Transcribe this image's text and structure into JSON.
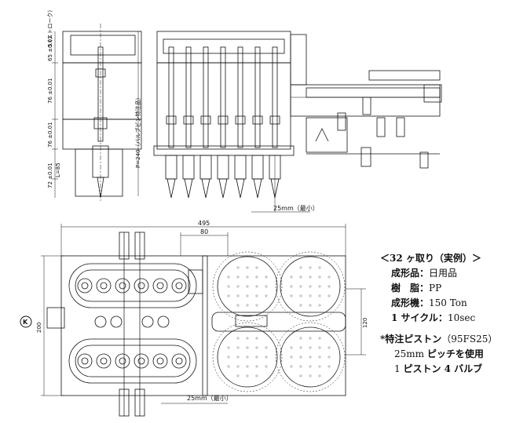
{
  "dims": {
    "stroke": "5 (ストローク)",
    "d65": "65 ±0.01",
    "d76a": "76 ±0.01",
    "d76b": "76 ±0.01",
    "d72": "72 ±0.01",
    "L": "L=85",
    "P": "P=240（バルブピン特注品）",
    "pitch_top": "25mm（最小）",
    "d495": "495",
    "d80": "80",
    "d200": "200",
    "d120": "120",
    "pitch_bottom": "25mm（最小）"
  },
  "notes": {
    "heading": "＜32 ヶ取り（実例）＞",
    "product_label": "成形品：",
    "product_value": "日用品",
    "resin_label": "樹　脂：",
    "resin_value": "PP",
    "machine_label": "成形機：",
    "machine_value": "150 Ton",
    "cycle_label": "1 サイクル：",
    "cycle_value": "10sec",
    "piston_label": "*特注ピストン",
    "piston_value": "（95FS25）",
    "pitch_line_value": "25mm",
    "pitch_line_label": "ピッチを使用",
    "valve_line_value": "1",
    "valve_line_label": "ピストン 4 バルブ"
  },
  "badge": {
    "text": "K"
  },
  "colors": {
    "line": "#111111",
    "background": "#ffffff"
  }
}
